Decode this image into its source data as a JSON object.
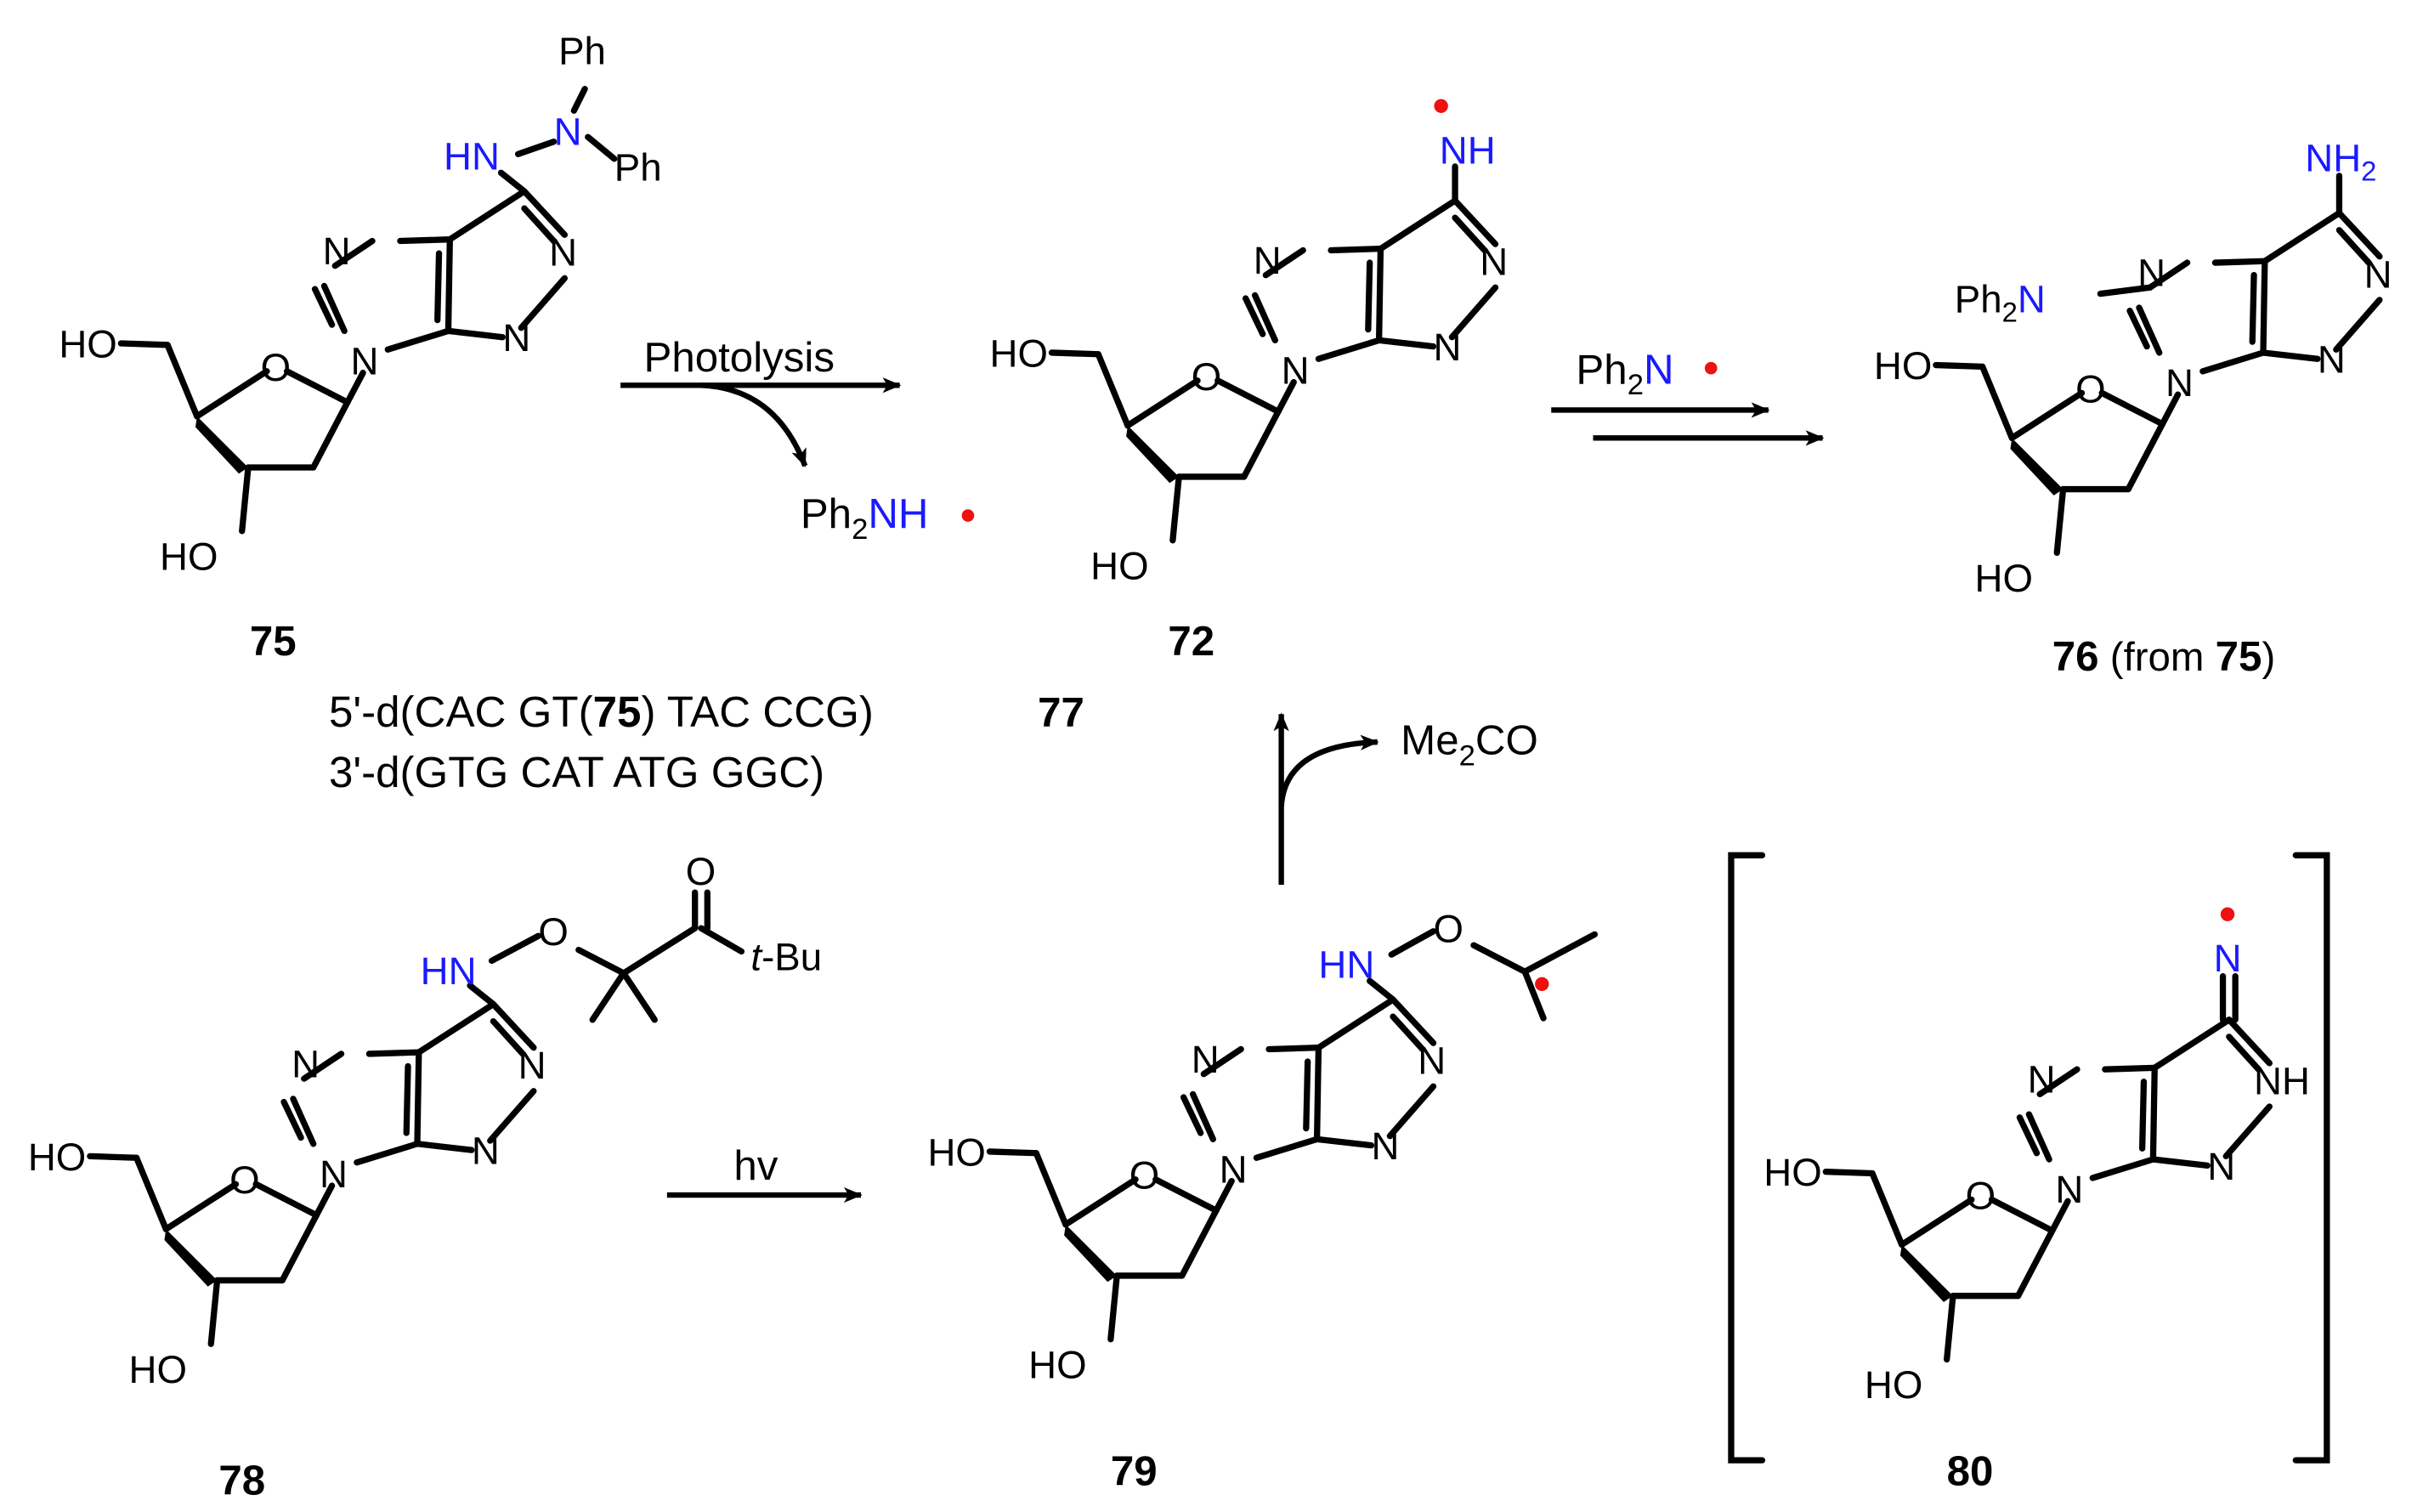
{
  "compounds": {
    "c75": {
      "id": "75",
      "sub_top": "Ph",
      "sub_right": "Ph",
      "hn": "HN",
      "n": "N"
    },
    "c72": {
      "id": "72",
      "nh": "NH"
    },
    "c76": {
      "id": "76",
      "note_open": "(from",
      "note_ref": "75",
      "note_close": ")",
      "nh2": "NH",
      "nh2_sub": "2",
      "ph2n_a": "Ph",
      "ph2n_sub": "2",
      "ph2n_b": "N"
    },
    "c77": {
      "id": "77",
      "strand1_a": "5'-d(CAC GT(",
      "strand1_ref": "75",
      "strand1_b": ") TAC CCG)",
      "strand2": "3'-d(GTG CAT ATG GGC)"
    },
    "c78": {
      "id": "78",
      "hn": "HN",
      "o": "O",
      "carbonyl_o": "O",
      "tbu_t": "t",
      "tbu_rest": "-Bu"
    },
    "c79": {
      "id": "79",
      "hn": "HN",
      "o": "O"
    },
    "c80": {
      "id": "80",
      "n": "N",
      "nh": "NH"
    }
  },
  "atoms": {
    "N": "N",
    "O": "O",
    "HO": "HO"
  },
  "reagents": {
    "photolysis": "Photolysis",
    "ph2nh_a": "Ph",
    "ph2nh_sub": "2",
    "ph2nh_b": "NH",
    "ph2n_a": "Ph",
    "ph2n_sub": "2",
    "ph2n_b": "N",
    "hv": "hv",
    "me2co_a": "Me",
    "me2co_sub": "2",
    "me2co_b": "CO"
  },
  "colors": {
    "heteroatom": "#1a1aff",
    "radical": "#ee1111",
    "ink": "#000000"
  }
}
